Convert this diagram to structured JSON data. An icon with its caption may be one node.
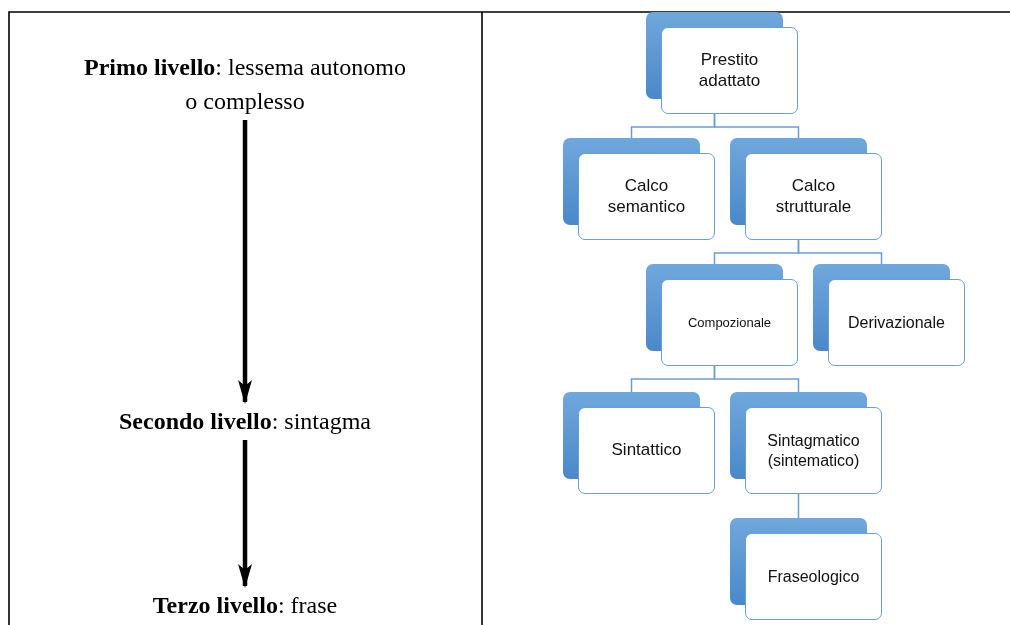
{
  "diagram": {
    "nodes": [
      {
        "text": [
          "**Primo livello**: lessema autonomo o complesso"
        ]
      },
      {
        "text": [
          "**Secondo livello**: sintagma"
        ]
      },
      {
        "text": [
          "**Terzo livello**: frase"
        ]
      },
      {
        "text": [
          "Prestito adattato"
        ]
      },
      {
        "text": [
          "Calco semantico"
        ]
      },
      {
        "text": [
          "Calco strutturale"
        ]
      },
      {
        "text": [
          "Compozionale"
        ]
      },
      {
        "text": [
          "Derivazionale"
        ]
      },
      {
        "text": [
          "Sintattico"
        ]
      },
      {
        "text": [
          "Sintagmatico (sintematico)"
        ]
      },
      {
        "text": [
          "Fraseologico"
        ]
      }
    ],
    "edges": [
      {
        "from": 0,
        "to": 1,
        "arrow": "to",
        "style": "thick",
        "color": "#000000"
      },
      {
        "from": 1,
        "to": 2,
        "arrow": "to",
        "style": "thick",
        "color": "#000000"
      },
      {
        "from": 3,
        "to": 4,
        "arrow": "none"
      },
      {
        "from": 3,
        "to": 5,
        "arrow": "none"
      },
      {
        "from": 5,
        "to": 6,
        "arrow": "none"
      },
      {
        "from": 5,
        "to": 7,
        "arrow": "none"
      },
      {
        "from": 6,
        "to": 8,
        "arrow": "none"
      },
      {
        "from": 6,
        "to": 9,
        "arrow": "none"
      },
      {
        "from": 9,
        "to": 10,
        "arrow": "none"
      }
    ]
  }
}
